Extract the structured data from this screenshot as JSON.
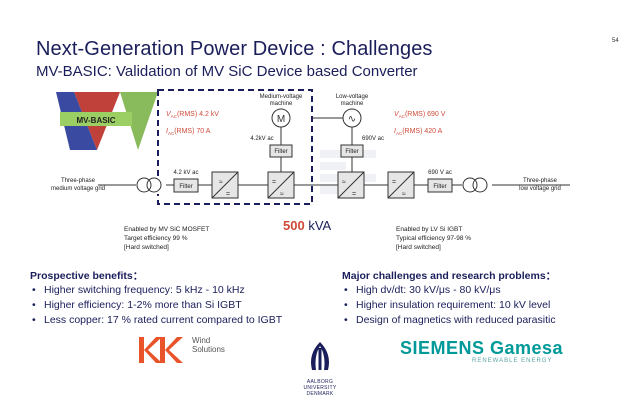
{
  "slide": {
    "title": "Next-Generation Power Device : Challenges",
    "subtitle": "MV-BASIC: Validation of MV SiC Device based Converter",
    "page_number": "54"
  },
  "badge": {
    "label": "MV-BASIC",
    "colors": [
      "#3a4aa0",
      "#c0403a",
      "#7cb34a"
    ]
  },
  "diagram": {
    "left_grid": [
      "Three-phase",
      "medium voltage grid"
    ],
    "right_grid": [
      "Three-phase",
      "low voltage grid"
    ],
    "mv_machine": [
      "Medium-voltage",
      "machine"
    ],
    "lv_machine": [
      "Low-voltage",
      "machine"
    ],
    "mv_v_prefix": "V",
    "mv_v_sub": "AC",
    "mv_v_value": "(RMS) 4.2 kV",
    "mv_i_prefix": "I",
    "mv_i_sub": "AC",
    "mv_i_value": "(RMS) 70 A",
    "lv_v_prefix": "V",
    "lv_v_sub": "AC",
    "lv_v_value": "(RMS) 690 V",
    "lv_i_prefix": "I",
    "lv_i_sub": "AC",
    "lv_i_value": "(RMS) 420 A",
    "mv_ac_left": "4.2 kV ac",
    "mv_ac_machine": "4.2kV ac",
    "lv_ac_machine": "690V ac",
    "lv_ac_right": "690 V ac",
    "filter_label": "Filter",
    "motor_symbol": "M",
    "power_value": "500",
    "power_unit": " kVA",
    "mv_notes": [
      "Enabled by MV SiC MOSFET",
      "Target efficiency 99 %",
      "[Hard switched]"
    ],
    "lv_notes": [
      "Enabled by LV Si IGBT",
      "Typical efficiency 97-98 %",
      "[Hard switched]"
    ]
  },
  "benefits": {
    "heading": "Prospective benefits：",
    "items": [
      "Higher switching frequency: 5 kHz - 10 kHz",
      "Higher efficiency: 1-2% more than Si IGBT",
      "Less copper: 17 % rated current compared to IGBT"
    ]
  },
  "challenges": {
    "heading": "Major challenges and research problems：",
    "items": [
      "High dv/dt: 30 kV/μs - 80 kV/μs",
      "Higher insulation requirement: 10 kV level",
      "Design of magnetics with reduced parasitic"
    ]
  },
  "logos": {
    "kk_text": [
      "Wind",
      "Solutions"
    ],
    "kk_color": "#e8532a",
    "aau_text": [
      "AALBORG UNIVERSITY",
      "DENMARK"
    ],
    "siemens_text": "SIEMENS Gamesa",
    "siemens_sub": "RENEWABLE ENERGY"
  }
}
